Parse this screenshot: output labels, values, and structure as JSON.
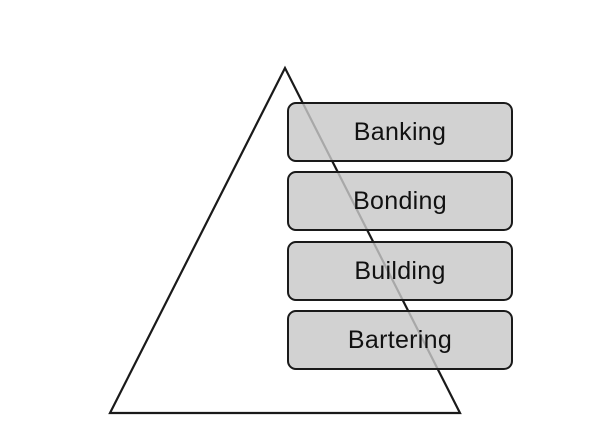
{
  "diagram": {
    "levels": [
      {
        "label": "Banking"
      },
      {
        "label": "Bonding"
      },
      {
        "label": "Building"
      },
      {
        "label": "Bartering"
      }
    ],
    "colors": {
      "box_fill": "#c8c8c8",
      "stroke": "#1a1a1a",
      "background": "#ffffff"
    }
  }
}
